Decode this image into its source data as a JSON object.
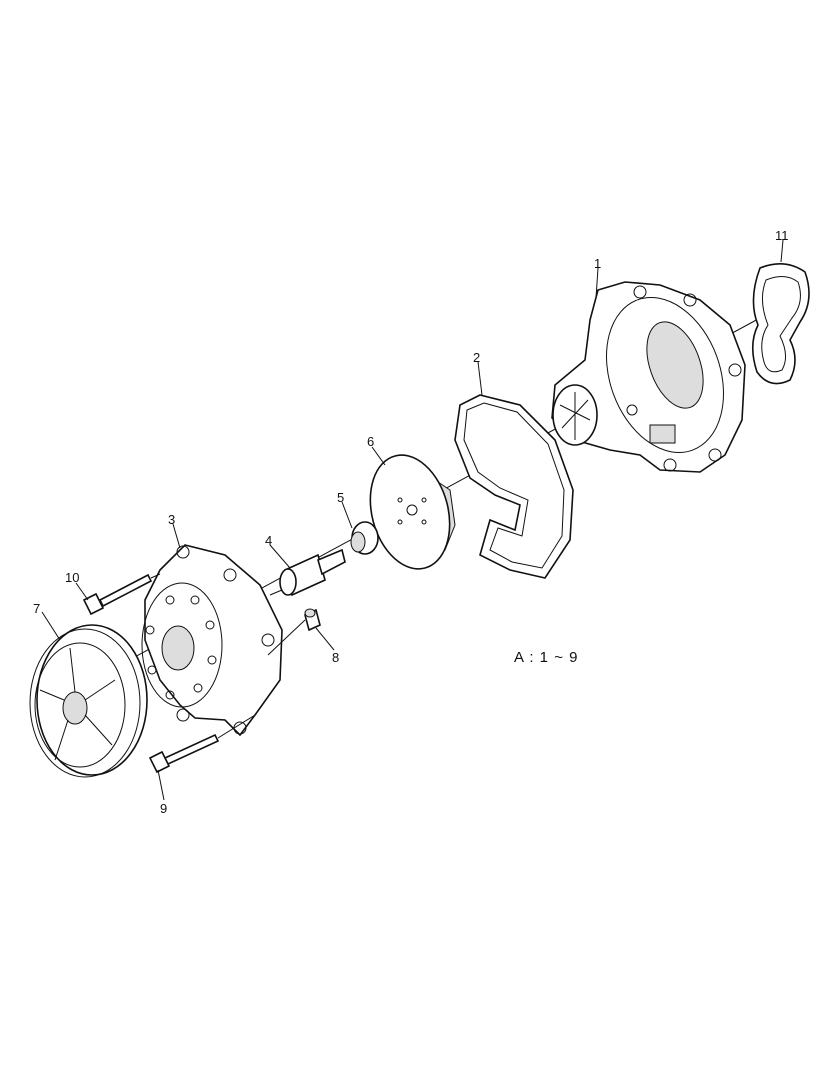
{
  "diagram": {
    "callouts": [
      "1",
      "2",
      "3",
      "4",
      "5",
      "6",
      "7",
      "8",
      "9",
      "10",
      "11"
    ],
    "note": "A : 1 ~ 9"
  }
}
